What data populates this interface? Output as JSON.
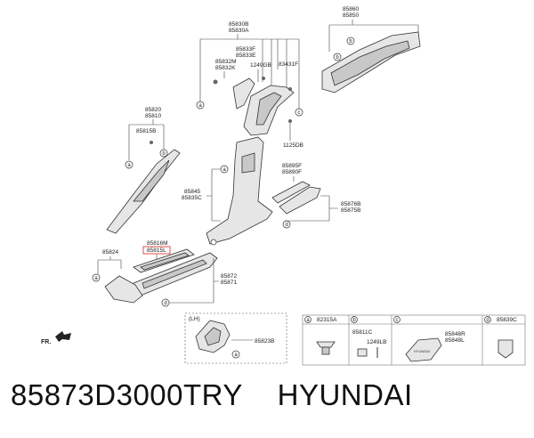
{
  "labels": {
    "l85830": "85830B",
    "l85830a": "85830A",
    "l85860": "85860",
    "l85850": "85850",
    "l85833f": "85833F",
    "l85833e": "85833E",
    "l85832m": "85832M",
    "l85832k": "85832K",
    "l1249gb": "1249GB",
    "l83431f": "83431F",
    "l85820": "85820",
    "l85810": "85810",
    "l85815b": "85815B",
    "l1125db": "1125DB",
    "l85895f": "85895F",
    "l85890f": "85890F",
    "l85845": "85845",
    "l85835c": "85835C",
    "l85876b": "85876B",
    "l85875b": "85875B",
    "l85816m": "85816M",
    "l85815l": "85815L",
    "l85824": "85824",
    "l85872": "85872",
    "l85871": "85871",
    "lh": "(LH)",
    "l85823b": "85823B",
    "fr": "FR."
  },
  "legend": {
    "a_code": "82315A",
    "b_code": "85811C",
    "b_code2": "1249LB",
    "c_code": "85848R",
    "c_code2": "85848L",
    "d_code": "85839C",
    "a": "a",
    "b": "b",
    "c": "c",
    "d": "d",
    "badge": "HYUNDAI"
  },
  "footer": {
    "part_number": "85873D3000TRY",
    "brand": "HYUNDAI"
  }
}
